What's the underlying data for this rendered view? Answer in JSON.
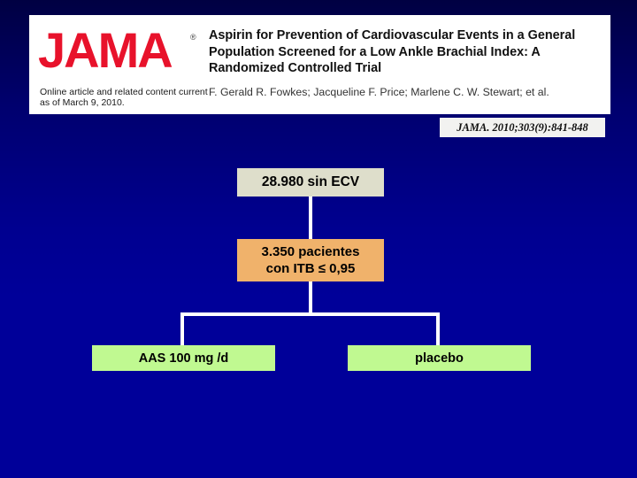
{
  "header": {
    "logo_text": "JAMA",
    "logo_registered_mark": "®",
    "logo_subtext": "Online article and related content current as of March 9, 2010.",
    "article_title": "Aspirin for Prevention of Cardiovascular Events in a General Population Screened for a Low Ankle Brachial Index: A Randomized Controlled Trial",
    "authors": "F. Gerald R. Fowkes; Jacqueline F. Price; Marlene C. W. Stewart; et al.",
    "citation": "JAMA. 2010;303(9):841-848"
  },
  "flowchart": {
    "nodes": [
      {
        "id": "cohort",
        "label": "28.980 sin ECV",
        "color": "#dedecb"
      },
      {
        "id": "eligible",
        "label": "3.350  pacientes\ncon ITB ≤ 0,95",
        "color": "#f0b26b"
      },
      {
        "id": "treatment",
        "label": "AAS 100 mg /d",
        "color": "#c0f991"
      },
      {
        "id": "placebo",
        "label": "placebo",
        "color": "#c0f991"
      }
    ],
    "connector_color": "#ffffff"
  },
  "theme": {
    "background_top": "#000042",
    "background_bottom": "#000099",
    "banner_background": "#ffffff",
    "logo_red": "#e8122b"
  }
}
